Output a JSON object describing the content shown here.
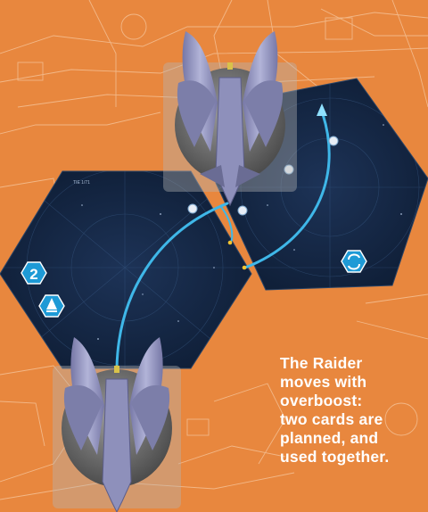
{
  "caption": {
    "lines": [
      "The Raider",
      "moves with",
      "overboost:",
      "two cards are",
      "planned, and",
      "used together."
    ]
  },
  "board": {
    "tile_label": "TIE 1/71",
    "speed_token": "2",
    "token_icons": [
      "speed-token-icon",
      "move-arrow-token-icon",
      "spin-token-icon"
    ]
  },
  "colors": {
    "background": "#E8873E",
    "blueprint_lines": "#F6C8A0",
    "space_tile": "#13243F",
    "path": "#3FB7E8",
    "token": "#1E9AD6",
    "ship_hull": "#9A9CC4",
    "caption_text": "#FFFFFF"
  }
}
